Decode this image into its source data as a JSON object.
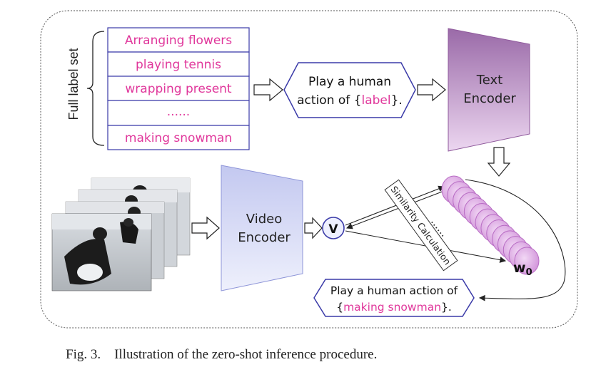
{
  "label_set": {
    "title": "Full label set",
    "items": [
      "Arranging flowers",
      "playing tennis",
      "wrapping present",
      "......",
      "making snowman"
    ]
  },
  "prompt_template": {
    "line1": "Play a human",
    "line2_prefix": "action of {",
    "line2_label": "label",
    "line2_suffix": "}."
  },
  "text_encoder": {
    "line1": "Text",
    "line2": "Encoder"
  },
  "video_encoder": {
    "line1": "Video",
    "line2": "Encoder"
  },
  "video_feature": "V",
  "similarity_label": "Similarity Calculation",
  "embedding_dots": "......",
  "weight_label": {
    "base": "w",
    "subscript": "0"
  },
  "result": {
    "line1": "Play a human action of",
    "line2_prefix": "{",
    "line2_label": "making snowman",
    "line2_suffix": "}."
  },
  "caption": "Fig. 3.    Illustration of the zero-shot inference procedure.",
  "colors": {
    "label_text": "#e0379b",
    "table_border": "#3a3aa8",
    "text_encoder": "#8f5a9c",
    "video_encoder": "#c9cdf2",
    "disc": "#dca3e2"
  }
}
